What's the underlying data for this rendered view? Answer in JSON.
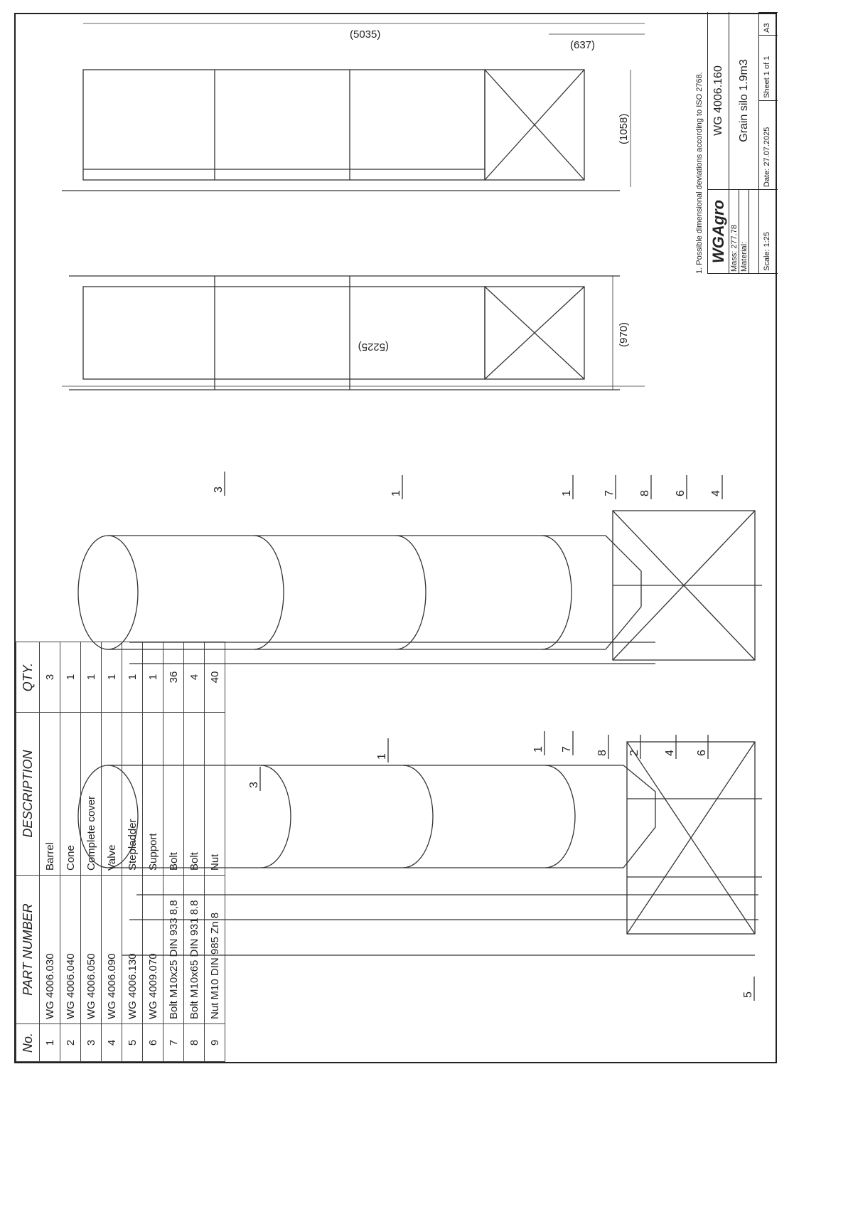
{
  "bom": {
    "headers": {
      "no": "No.",
      "part": "PART NUMBER",
      "desc": "DESCRIPTION",
      "qty": "QTY."
    },
    "rows": [
      {
        "no": "1",
        "part": "WG 4006.030",
        "desc": "Barrel",
        "qty": "3"
      },
      {
        "no": "2",
        "part": "WG 4006.040",
        "desc": "Cone",
        "qty": "1"
      },
      {
        "no": "3",
        "part": "WG 4006.050",
        "desc": "Complete cover",
        "qty": "1"
      },
      {
        "no": "4",
        "part": "WG 4006.090",
        "desc": "Valve",
        "qty": "1"
      },
      {
        "no": "5",
        "part": "WG 4006.130",
        "desc": "Stepladder",
        "qty": "1"
      },
      {
        "no": "6",
        "part": "WG 4009.070",
        "desc": "Support",
        "qty": "1"
      },
      {
        "no": "7",
        "part": "Bolt M10x25 DIN 933 8,8",
        "desc": "Bolt",
        "qty": "36"
      },
      {
        "no": "8",
        "part": "Bolt M10x65 DIN 931 8.8",
        "desc": "Bolt",
        "qty": "4"
      },
      {
        "no": "9",
        "part": "Nut M10 DIN 985 Zn 8",
        "desc": "Nut",
        "qty": "40"
      }
    ]
  },
  "note": "1. Possible dimensional deviations according to ISO 2768.",
  "title_block": {
    "company": "WGAgro",
    "drawing_number": "WG 4006.160",
    "mass": "Mass: 277.78",
    "material": "Material:",
    "scale": "Scale: 1:25",
    "title": "Grain silo 1.9m3",
    "date": "Date: 27.07.2025",
    "sheet": "Sheet 1 of 1",
    "size": "A3"
  },
  "dimensions": {
    "side_height": "(5035)",
    "valve_offset": "(637)",
    "side_width": "(1058)",
    "front_height": "(5225)",
    "front_width": "(970)"
  },
  "balloons": {
    "left": [
      "3",
      "1",
      "1",
      "7",
      "8",
      "2",
      "4",
      "6",
      "5"
    ],
    "right": [
      "3",
      "1",
      "1",
      "7",
      "8",
      "6",
      "4"
    ]
  }
}
